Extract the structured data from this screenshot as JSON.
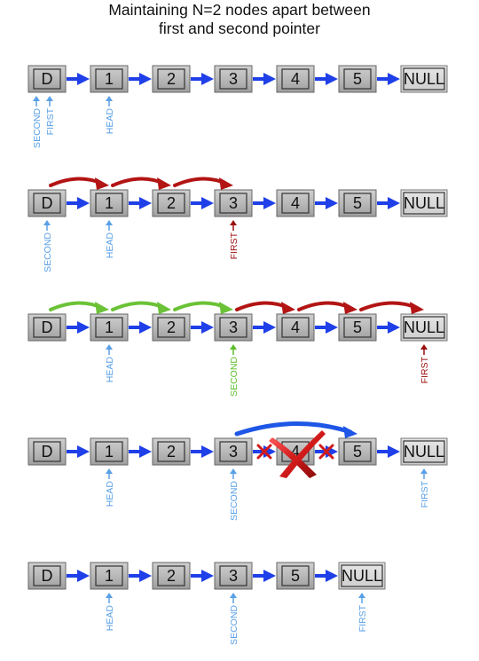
{
  "title": {
    "line1": "Maintaining N=2 nodes apart between",
    "line2": "first and second pointer"
  },
  "colors": {
    "link": "#1f3fe8",
    "pointer_blue": "#5aa0e6",
    "pointer_red": "#9c1010",
    "pointer_green": "#5cbf2a",
    "jump_red": "#b31414",
    "jump_green": "#6bc236",
    "jump_blue": "#1e56e6",
    "cross": "#d11a1a"
  },
  "rows": [
    {
      "nodes": [
        "D",
        "1",
        "2",
        "3",
        "4",
        "5",
        "NULL"
      ],
      "pointers": [
        {
          "label": "SECOND",
          "at": 0,
          "color": "blue",
          "side": "left"
        },
        {
          "label": "FIRST",
          "at": 0,
          "color": "blue",
          "side": "right"
        },
        {
          "label": "HEAD",
          "at": 1,
          "color": "blue",
          "side": "center"
        }
      ],
      "jumps": []
    },
    {
      "nodes": [
        "D",
        "1",
        "2",
        "3",
        "4",
        "5",
        "NULL"
      ],
      "pointers": [
        {
          "label": "SECOND",
          "at": 0,
          "color": "blue",
          "side": "center"
        },
        {
          "label": "HEAD",
          "at": 1,
          "color": "blue",
          "side": "center"
        },
        {
          "label": "FIRST",
          "at": 3,
          "color": "red",
          "side": "center"
        }
      ],
      "jumps": [
        {
          "from": 0,
          "to": 1,
          "color": "red"
        },
        {
          "from": 1,
          "to": 2,
          "color": "red"
        },
        {
          "from": 2,
          "to": 3,
          "color": "red"
        }
      ]
    },
    {
      "nodes": [
        "D",
        "1",
        "2",
        "3",
        "4",
        "5",
        "NULL"
      ],
      "pointers": [
        {
          "label": "HEAD",
          "at": 1,
          "color": "blue",
          "side": "center"
        },
        {
          "label": "SECOND",
          "at": 3,
          "color": "green",
          "side": "center"
        },
        {
          "label": "FIRST",
          "at": 6,
          "color": "red",
          "side": "center"
        }
      ],
      "jumps": [
        {
          "from": 0,
          "to": 1,
          "color": "green"
        },
        {
          "from": 1,
          "to": 2,
          "color": "green"
        },
        {
          "from": 2,
          "to": 3,
          "color": "green"
        },
        {
          "from": 3,
          "to": 4,
          "color": "red"
        },
        {
          "from": 4,
          "to": 5,
          "color": "red"
        },
        {
          "from": 5,
          "to": 6,
          "color": "red"
        }
      ]
    },
    {
      "nodes": [
        "D",
        "1",
        "2",
        "3",
        "4",
        "5",
        "NULL"
      ],
      "pointers": [
        {
          "label": "HEAD",
          "at": 1,
          "color": "blue",
          "side": "center"
        },
        {
          "label": "SECOND",
          "at": 3,
          "color": "blue",
          "side": "center"
        },
        {
          "label": "FIRST",
          "at": 6,
          "color": "blue",
          "side": "center"
        }
      ],
      "jumps": [
        {
          "from": 3,
          "to": 5,
          "color": "blue"
        }
      ],
      "deleted": 4
    },
    {
      "nodes": [
        "D",
        "1",
        "2",
        "3",
        "5",
        "NULL"
      ],
      "pointers": [
        {
          "label": "HEAD",
          "at": 1,
          "color": "blue",
          "side": "center"
        },
        {
          "label": "SECOND",
          "at": 3,
          "color": "blue",
          "side": "center"
        },
        {
          "label": "FIRST",
          "at": 5,
          "color": "blue",
          "side": "center"
        }
      ],
      "jumps": []
    }
  ]
}
